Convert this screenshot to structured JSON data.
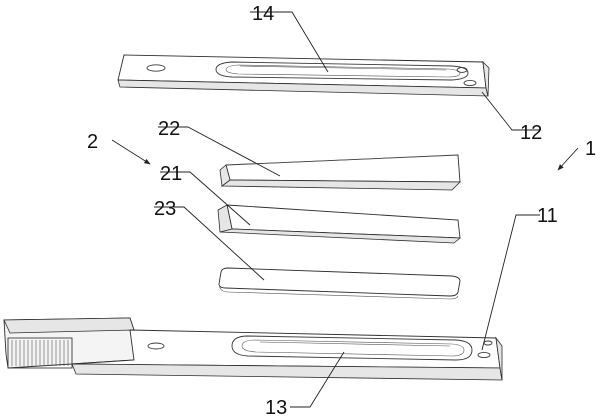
{
  "labels": {
    "l14": "14",
    "l12": "12",
    "l1": "1",
    "l2": "2",
    "l22": "22",
    "l21": "21",
    "l23": "23",
    "l11": "11",
    "l13": "13"
  }
}
